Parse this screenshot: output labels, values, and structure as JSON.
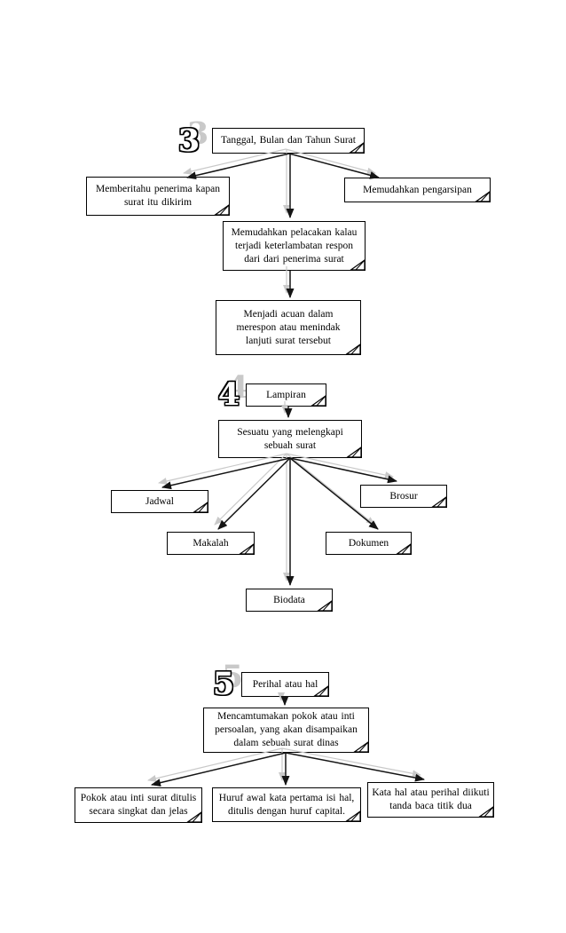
{
  "colors": {
    "background": "#ffffff",
    "box_fill": "#ffffff",
    "box_border": "#000000",
    "box_shadow": "#b4b4b4",
    "arrow_black": "#141414",
    "arrow_gray": "#c9c9c9"
  },
  "sections": [
    {
      "number": "3",
      "root": {
        "lines": [
          "Tanggal, Bulan dan Tahun Surat"
        ]
      },
      "nodes": [
        {
          "lines": [
            "Memberitahu penerima kapan",
            "surat itu dikirim"
          ]
        },
        {
          "lines": [
            "Memudahkan pengarsipan"
          ]
        },
        {
          "lines": [
            "Memudahkan pelacakan kalau",
            "terjadi keterlambatan respon",
            "dari dari penerima surat"
          ]
        },
        {
          "lines": [
            "Menjadi acuan dalam",
            "merespon atau menindak",
            "lanjuti surat tersebut"
          ]
        }
      ]
    },
    {
      "number": "4",
      "root": {
        "lines": [
          "Lampiran"
        ]
      },
      "nodes": [
        {
          "lines": [
            "Sesuatu yang melengkapi",
            "sebuah surat"
          ]
        },
        {
          "lines": [
            "Jadwal"
          ]
        },
        {
          "lines": [
            "Makalah"
          ]
        },
        {
          "lines": [
            "Biodata"
          ]
        },
        {
          "lines": [
            "Dokumen"
          ]
        },
        {
          "lines": [
            "Brosur"
          ]
        }
      ]
    },
    {
      "number": "5",
      "root": {
        "lines": [
          "Perihal atau hal"
        ]
      },
      "nodes": [
        {
          "lines": [
            "Mencamtumakan pokok atau inti",
            "persoalan, yang akan disampaikan",
            "dalam sebuah surat dinas"
          ]
        },
        {
          "lines": [
            "Pokok atau inti surat ditulis",
            "secara singkat dan jelas"
          ]
        },
        {
          "lines": [
            "Huruf awal kata pertama isi hal,",
            "ditulis dengan huruf capital."
          ]
        },
        {
          "lines": [
            "Kata hal atau perihal diikuti",
            "tanda baca titik dua"
          ]
        }
      ]
    }
  ]
}
